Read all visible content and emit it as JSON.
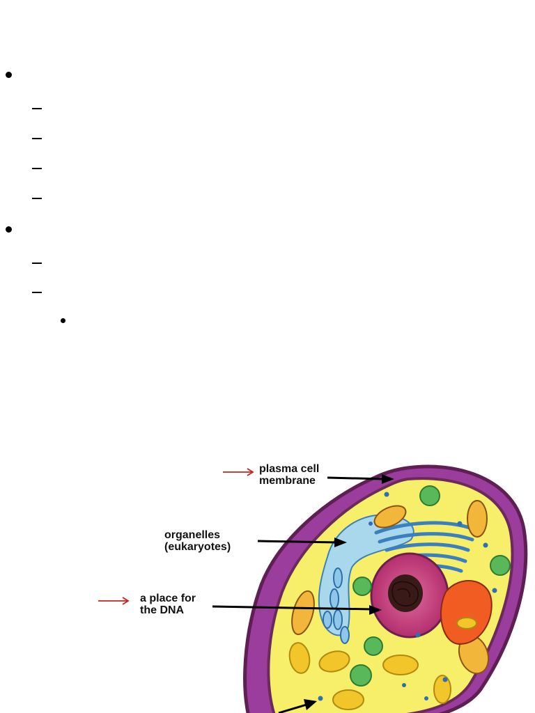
{
  "labels": {
    "membrane": "plasma cell\nmembrane",
    "organelles": "organelles\n(eukaryotes)",
    "dna": "a place for\nthe DNA"
  },
  "colors": {
    "cytoplasm": "#f7ef6a",
    "cell_wall": "#9a3d9c",
    "wall_edge": "#5e1f52",
    "nucleus": "#c73b7e",
    "nucleolus": "#3a1a18",
    "golgi": "#5d9ed0",
    "er": "#a9d8ec",
    "mitochondria": "#e8a12a",
    "chloroplast_like": "#f05c22",
    "vesicle_green": "#58b85a",
    "red_arrow": "#c82020",
    "black_arrow": "#000000"
  },
  "icons": {
    "level1_bullet": "filled-circle",
    "level2_bullet": "dash",
    "level3_bullet": "small-filled-circle"
  }
}
